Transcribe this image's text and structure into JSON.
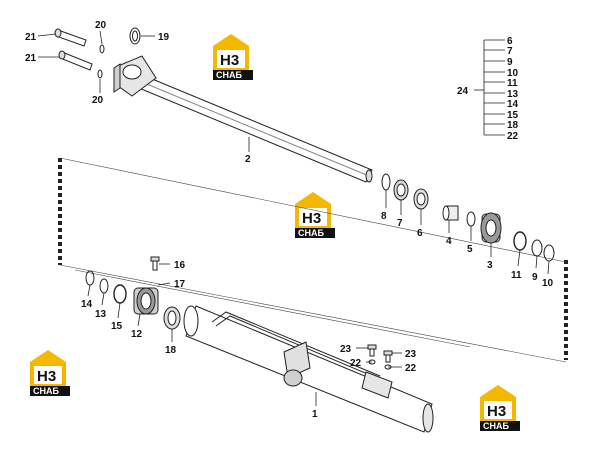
{
  "logo": {
    "top_text": "H3",
    "bottom_text": "СНАБ",
    "accent": "#f5b800",
    "dark": "#111111"
  },
  "labels": {
    "l1": "1",
    "l2": "2",
    "l3": "3",
    "l4": "4",
    "l5": "5",
    "l6": "6",
    "l7": "7",
    "l8": "8",
    "l9": "9",
    "l10": "10",
    "l11": "11",
    "l12": "12",
    "l13": "13",
    "l14": "14",
    "l15": "15",
    "l16": "16",
    "l17": "17",
    "l18": "18",
    "l19": "19",
    "l20a": "20",
    "l20b": "20",
    "l21a": "21",
    "l21b": "21",
    "l22a": "22",
    "l22b": "22",
    "l23a": "23",
    "l23b": "23",
    "l24": "24"
  },
  "kit": {
    "label": "24",
    "items": [
      "6",
      "7",
      "9",
      "10",
      "11",
      "13",
      "14",
      "15",
      "18",
      "22"
    ]
  }
}
